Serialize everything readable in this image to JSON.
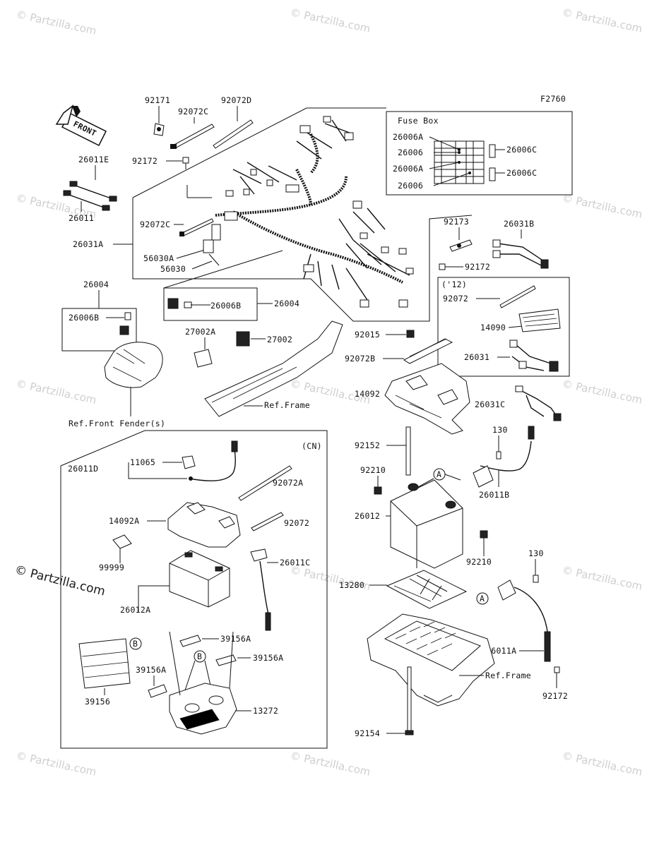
{
  "figure_code": "F2760",
  "front_arrow": "FRONT",
  "watermark": {
    "text": "© Partzilla.com",
    "big_text": "© Partzilla.com"
  },
  "fuse_box": {
    "title": "Fuse Box",
    "labels": [
      "26006A",
      "26006",
      "26006A",
      "26006",
      "26006C",
      "26006C"
    ]
  },
  "box_1_label": "('12)",
  "box_cn_label": "(CN)",
  "refs": {
    "ref_front_fender": "Ref.Front Fender(s)",
    "ref_frame_1": "Ref.Frame",
    "ref_frame_2": "Ref.Frame"
  },
  "callouts": {
    "A1": "A",
    "A2": "A",
    "B1": "B",
    "B2": "B"
  },
  "parts": {
    "p92171": "92171",
    "p92072C_top": "92072C",
    "p92072D": "92072D",
    "p92172_a": "92172",
    "p26011E": "26011E",
    "p26011": "26011",
    "p26031A": "26031A",
    "p92072C_mid": "92072C",
    "p56030A": "56030A",
    "p56030": "56030",
    "p26006B_inner": "26006B",
    "p26004_right": "26004",
    "p26004_left": "26004",
    "p26006B_left": "26006B",
    "p92173": "92173",
    "p26031B": "26031B",
    "p92172_b": "92172",
    "p92072_12": "92072",
    "p14090": "14090",
    "p26031": "26031",
    "p27002A": "27002A",
    "p27002": "27002",
    "p92015": "92015",
    "p92072B": "92072B",
    "p14092": "14092",
    "p26031C": "26031C",
    "p92152": "92152",
    "p130_a": "130",
    "p92210_a": "92210",
    "p26011B": "26011B",
    "p26012": "26012",
    "p92210_b": "92210",
    "p130_b": "130",
    "p13280": "13280",
    "p26011A": "26011A",
    "p92172_c": "92172",
    "p92154": "92154",
    "p11065": "11065",
    "p26011D": "26011D",
    "p92072A": "92072A",
    "p14092A": "14092A",
    "p92072_cn": "92072",
    "p99999": "99999",
    "p26011C": "26011C",
    "p26012A": "26012A",
    "p39156A_1": "39156A",
    "p39156A_2": "39156A",
    "p39156A_3": "39156A",
    "p39156": "39156",
    "p13272": "13272"
  }
}
